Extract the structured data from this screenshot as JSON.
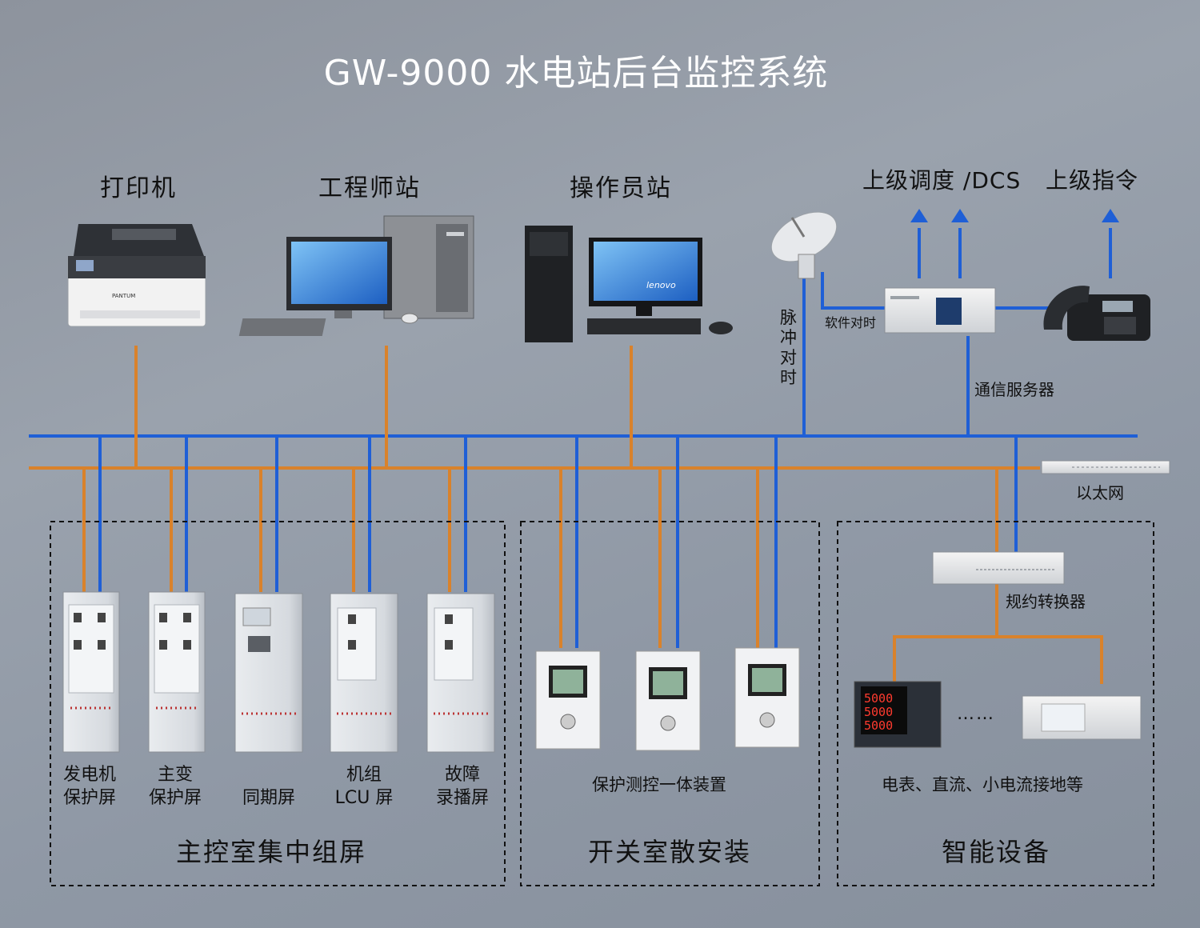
{
  "title": "GW-9000  水电站后台监控系统",
  "top_devices": {
    "printer": "打印机",
    "engineer_station": "工程师站",
    "operator_station": "操作员站",
    "dispatch": "上级调度 /DCS",
    "command": "上级指令",
    "pulse_sync": "脉冲对时",
    "software_sync": "软件对时",
    "comm_server": "通信服务器",
    "ethernet": "以太网",
    "monitor_brand": "lenovo",
    "printer_brand": "PANTUM"
  },
  "main_control": {
    "group_label": "主控室集中组屏",
    "panels": [
      {
        "line1": "发电机",
        "line2": "保护屏"
      },
      {
        "line1": "主变",
        "line2": "保护屏"
      },
      {
        "line1": "",
        "line2": "同期屏"
      },
      {
        "line1": "机组",
        "line2": "LCU 屏"
      },
      {
        "line1": "故障",
        "line2": "录播屏"
      }
    ]
  },
  "switch_room": {
    "group_label": "开关室散安装",
    "device_label": "保护测控一体装置"
  },
  "smart": {
    "group_label": "智能设备",
    "converter": "规约转换器",
    "devices_label": "电表、直流、小电流接地等",
    "ellipsis": "……",
    "meter_readings": [
      "5000",
      "5000",
      "5000"
    ]
  },
  "colors": {
    "ethernet_blue": "#1f5fd6",
    "rs485_orange": "#d9822b"
  }
}
